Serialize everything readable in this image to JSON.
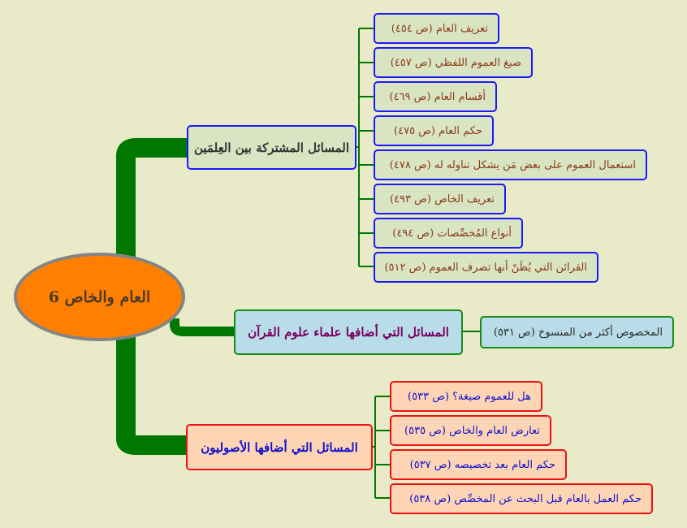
{
  "central_topic": "العام والخاص 6",
  "branches": [
    {
      "title": "المسائل المشتركة بين العِلمَين",
      "children": [
        "تعريف العام (ص ٤٥٤)",
        "صيغ العموم اللفظي (ص ٤٥٧)",
        "أقسام العام (ص ٤٦٩)",
        "حكم العام (ص ٤٧٥)",
        "استعمال العموم على بعض مَن يشكل تناوله له (ص ٤٧٨)",
        "تعريف الخاص (ص ٤٩٣)",
        "أنواع المُخصِّصات (ص ٤٩٤)",
        "القرائن التي يُظَنّ أنها تصرف العموم (ص ٥١٢)"
      ]
    },
    {
      "title": "المسائل التي أضافها علماء علوم القرآن",
      "children": [
        "المخصوص أكثر من المنسوخ (ص ٥٣١)"
      ]
    },
    {
      "title": "المسائل التي أضافها الأصوليون",
      "children": [
        "هل للعموم صيغة؟ (ص ٥٣٣)",
        "تعارض العام والخاص (ص ٥٣٥)",
        "حكم العام بعد تخصيصه (ص ٥٣٧)",
        "حكم العمل بالعام قبل البحث عن المخصِّص (ص ٥٣٨)"
      ]
    }
  ],
  "colors": {
    "background": "#e8eac8",
    "center": "#ff8000",
    "trunk": "#007700"
  }
}
